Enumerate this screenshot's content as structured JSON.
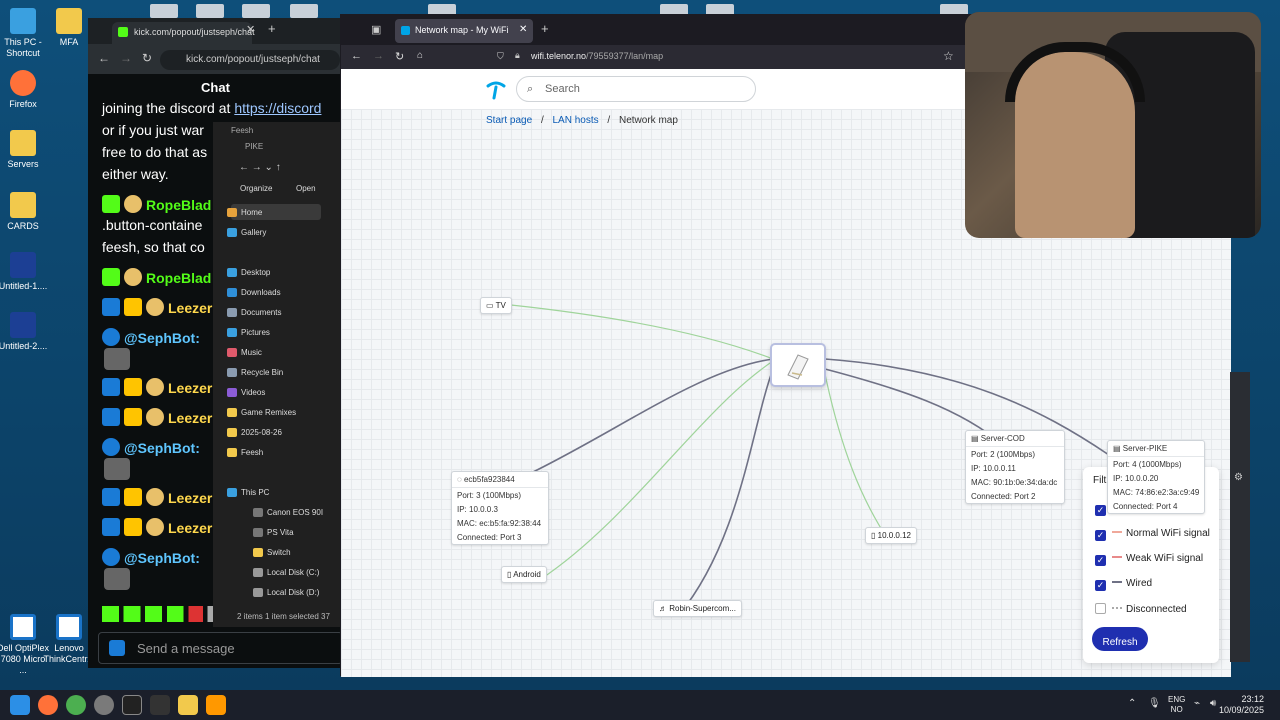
{
  "desktop": {
    "icons": [
      {
        "label": "This PC - Shortcut",
        "color": "#3aa0e0"
      },
      {
        "label": "Firefox",
        "color": "#ff7139"
      },
      {
        "label": "Servers",
        "color": "#f2c94c"
      },
      {
        "label": "CARDS",
        "color": "#f2c94c"
      },
      {
        "label": "Untitled-1....",
        "color": "#1c3f94"
      },
      {
        "label": "Untitled-2....",
        "color": "#1c3f94"
      },
      {
        "label": "MFA",
        "color": "#f2c94c"
      },
      {
        "label": "Dell OptiPlex 7080 Micro ...",
        "color": "#1a73c8"
      },
      {
        "label": "Lenovo ThinkCentr...",
        "color": "#1a73c8"
      }
    ]
  },
  "kick": {
    "tab_title": "kick.com/popout/justseph/chat",
    "url": "kick.com/popout/justseph/chat",
    "chat_title": "Chat",
    "lines": {
      "l1a": "joining the discord at ",
      "l1b": "https://discord",
      "l2": "or if you just war",
      "l3": "free to do that as",
      "l4": "either way.",
      "user_rope": "RopeBlad",
      "l6": ".button-containe",
      "l7": "feesh, so that co",
      "user_leez": "Leezer",
      "user_seph": "@SephBot:"
    },
    "send_placeholder": "Send a message"
  },
  "explorer": {
    "title": "Feesh",
    "path": "PIKE",
    "organize": "Organize",
    "open": "Open",
    "items": [
      "Home",
      "Gallery",
      "Desktop",
      "Downloads",
      "Documents",
      "Pictures",
      "Music",
      "Recycle Bin",
      "Videos",
      "Game Remixes",
      "2025-08-26",
      "Feesh",
      "This PC",
      "Canon EOS 90I",
      "PS Vita",
      "Switch",
      "Local Disk (C:)",
      "Local Disk (D:)"
    ],
    "status": "2 items   1 item selected  37"
  },
  "firefox": {
    "tab_title": "Network map - My WiFi",
    "url_host": "wifi.telenor.no",
    "url_path": "/79559377/lan/map"
  },
  "page": {
    "search_placeholder": "Search",
    "breadcrumb": {
      "start": "Start page",
      "lan": "LAN hosts",
      "current": "Network map",
      "sep": "/"
    },
    "nodes": {
      "tv": "TV",
      "ecb": {
        "title": "ecb5fa923844",
        "port": "Port: 3 (100Mbps)",
        "ip": "IP: 10.0.0.3",
        "mac": "MAC: ec:b5:fa:92:38:44",
        "connected": "Connected: Port 3"
      },
      "android": "Android",
      "robin": "Robin-Supercom...",
      "ip12": "10.0.0.12",
      "cod": {
        "title": "Server-COD",
        "port": "Port: 2 (100Mbps)",
        "ip": "IP: 10.0.0.11",
        "mac": "MAC: 90:1b:0e:34:da:dc",
        "connected": "Connected: Port 2"
      },
      "pike": {
        "title": "Server-PIKE",
        "port": "Port: 4 (1000Mbps)",
        "ip": "IP: 10.0.0.20",
        "mac": "MAC: 74:86:e2:3a:c9:49",
        "connected": "Connected: Port 4"
      }
    },
    "filter": {
      "title": "Filt",
      "normal_wifi": "Normal WiFi signal",
      "weak_wifi": "Weak WiFi signal",
      "wired": "Wired",
      "disconnected": "Disconnected",
      "refresh": "Refresh"
    },
    "colors": {
      "brand": "#00a5e6",
      "accent": "#1f2fb0",
      "wifi_line": "#9fd49a",
      "wired_line": "#6f7185"
    }
  },
  "taskbar": {
    "lang_line1": "ENG",
    "lang_line2": "NO",
    "time": "23:12",
    "date": "10/09/2025"
  }
}
